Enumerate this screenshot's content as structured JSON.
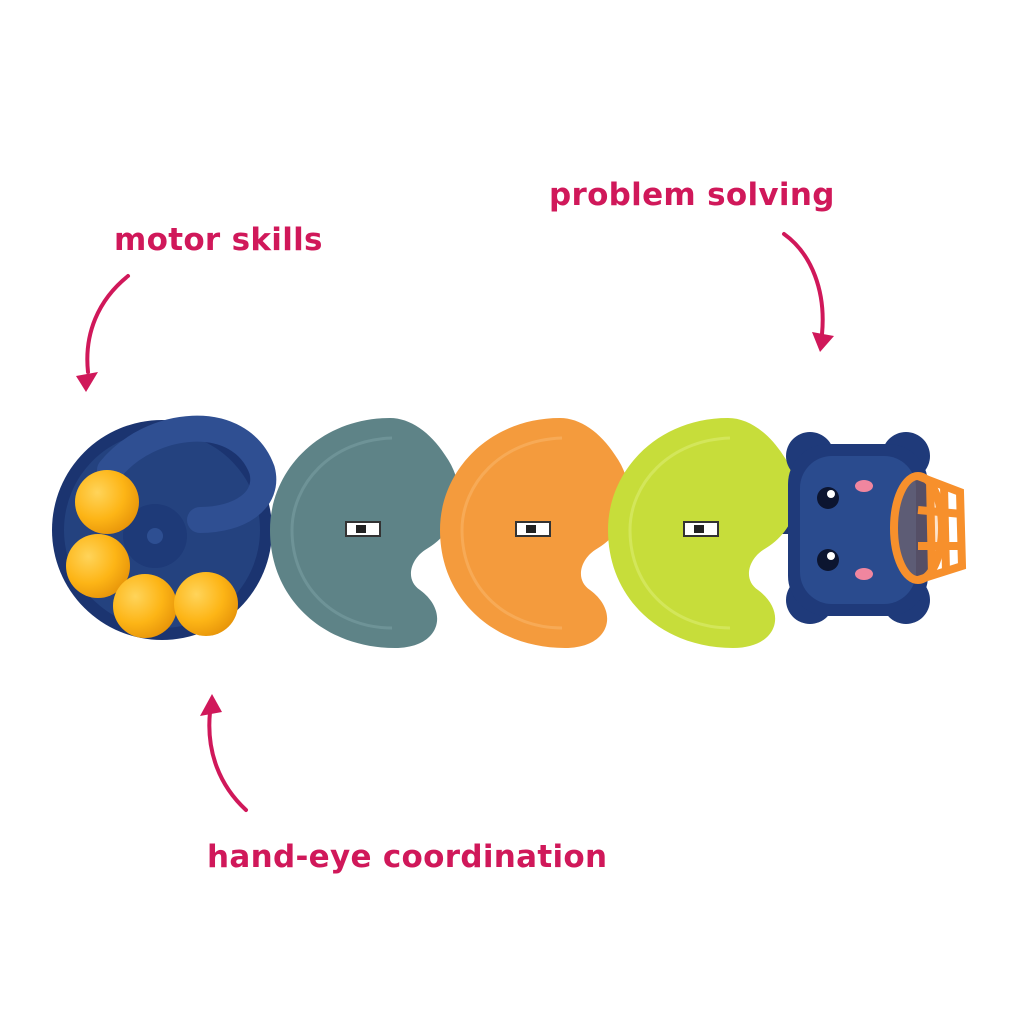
{
  "labels": {
    "motor_skills": "motor skills",
    "problem_solving": "problem solving",
    "hand_eye": "hand-eye coordination"
  },
  "colors": {
    "accent": "#d0185a",
    "navy": "#1f3a7a",
    "slate": "#5e8387",
    "orange": "#f49b3d",
    "lime": "#c7dd3a",
    "ball": "#fdb516",
    "basket": "#f7902c"
  },
  "toy": {
    "ball_count": 4,
    "track_pieces": [
      "navy-base",
      "slate-curve",
      "orange-curve",
      "lime-curve",
      "bear-basket"
    ]
  }
}
